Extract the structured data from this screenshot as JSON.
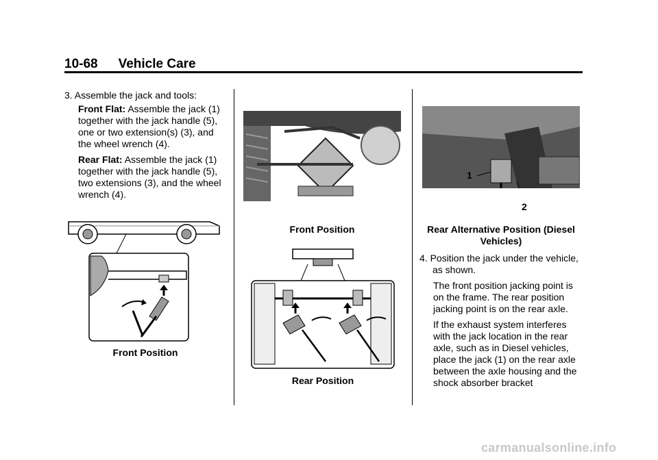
{
  "header": {
    "page_number": "10-68",
    "section_title": "Vehicle Care"
  },
  "col1": {
    "step3": "3. Assemble the jack and tools:",
    "front_flat_label": "Front Flat:",
    "front_flat_text": " Assemble the jack (1) together with the jack handle (5), one or two extension(s) (3), and the wheel wrench (4).",
    "rear_flat_label": "Rear Flat:",
    "rear_flat_text": " Assemble the jack (1) together with the jack handle (5), two extensions (3), and the wheel wrench (4).",
    "figure_caption": "Front Position"
  },
  "col2": {
    "figure1_caption": "Front Position",
    "figure2_caption": "Rear Position"
  },
  "col3": {
    "figure_caption": "Rear Alternative Position (Diesel Vehicles)",
    "callout_1": "1",
    "callout_2": "2",
    "step4": "4. Position the jack under the vehicle, as shown.",
    "para1": "The front position jacking point is on the frame. The rear position jacking point is on the rear axle.",
    "para2": "If the exhaust system interferes with the jack location in the rear axle, such as in Diesel vehicles, place the jack (1) on the rear axle between the axle housing and the shock absorber bracket"
  },
  "watermark": "carmanualsonline.info"
}
